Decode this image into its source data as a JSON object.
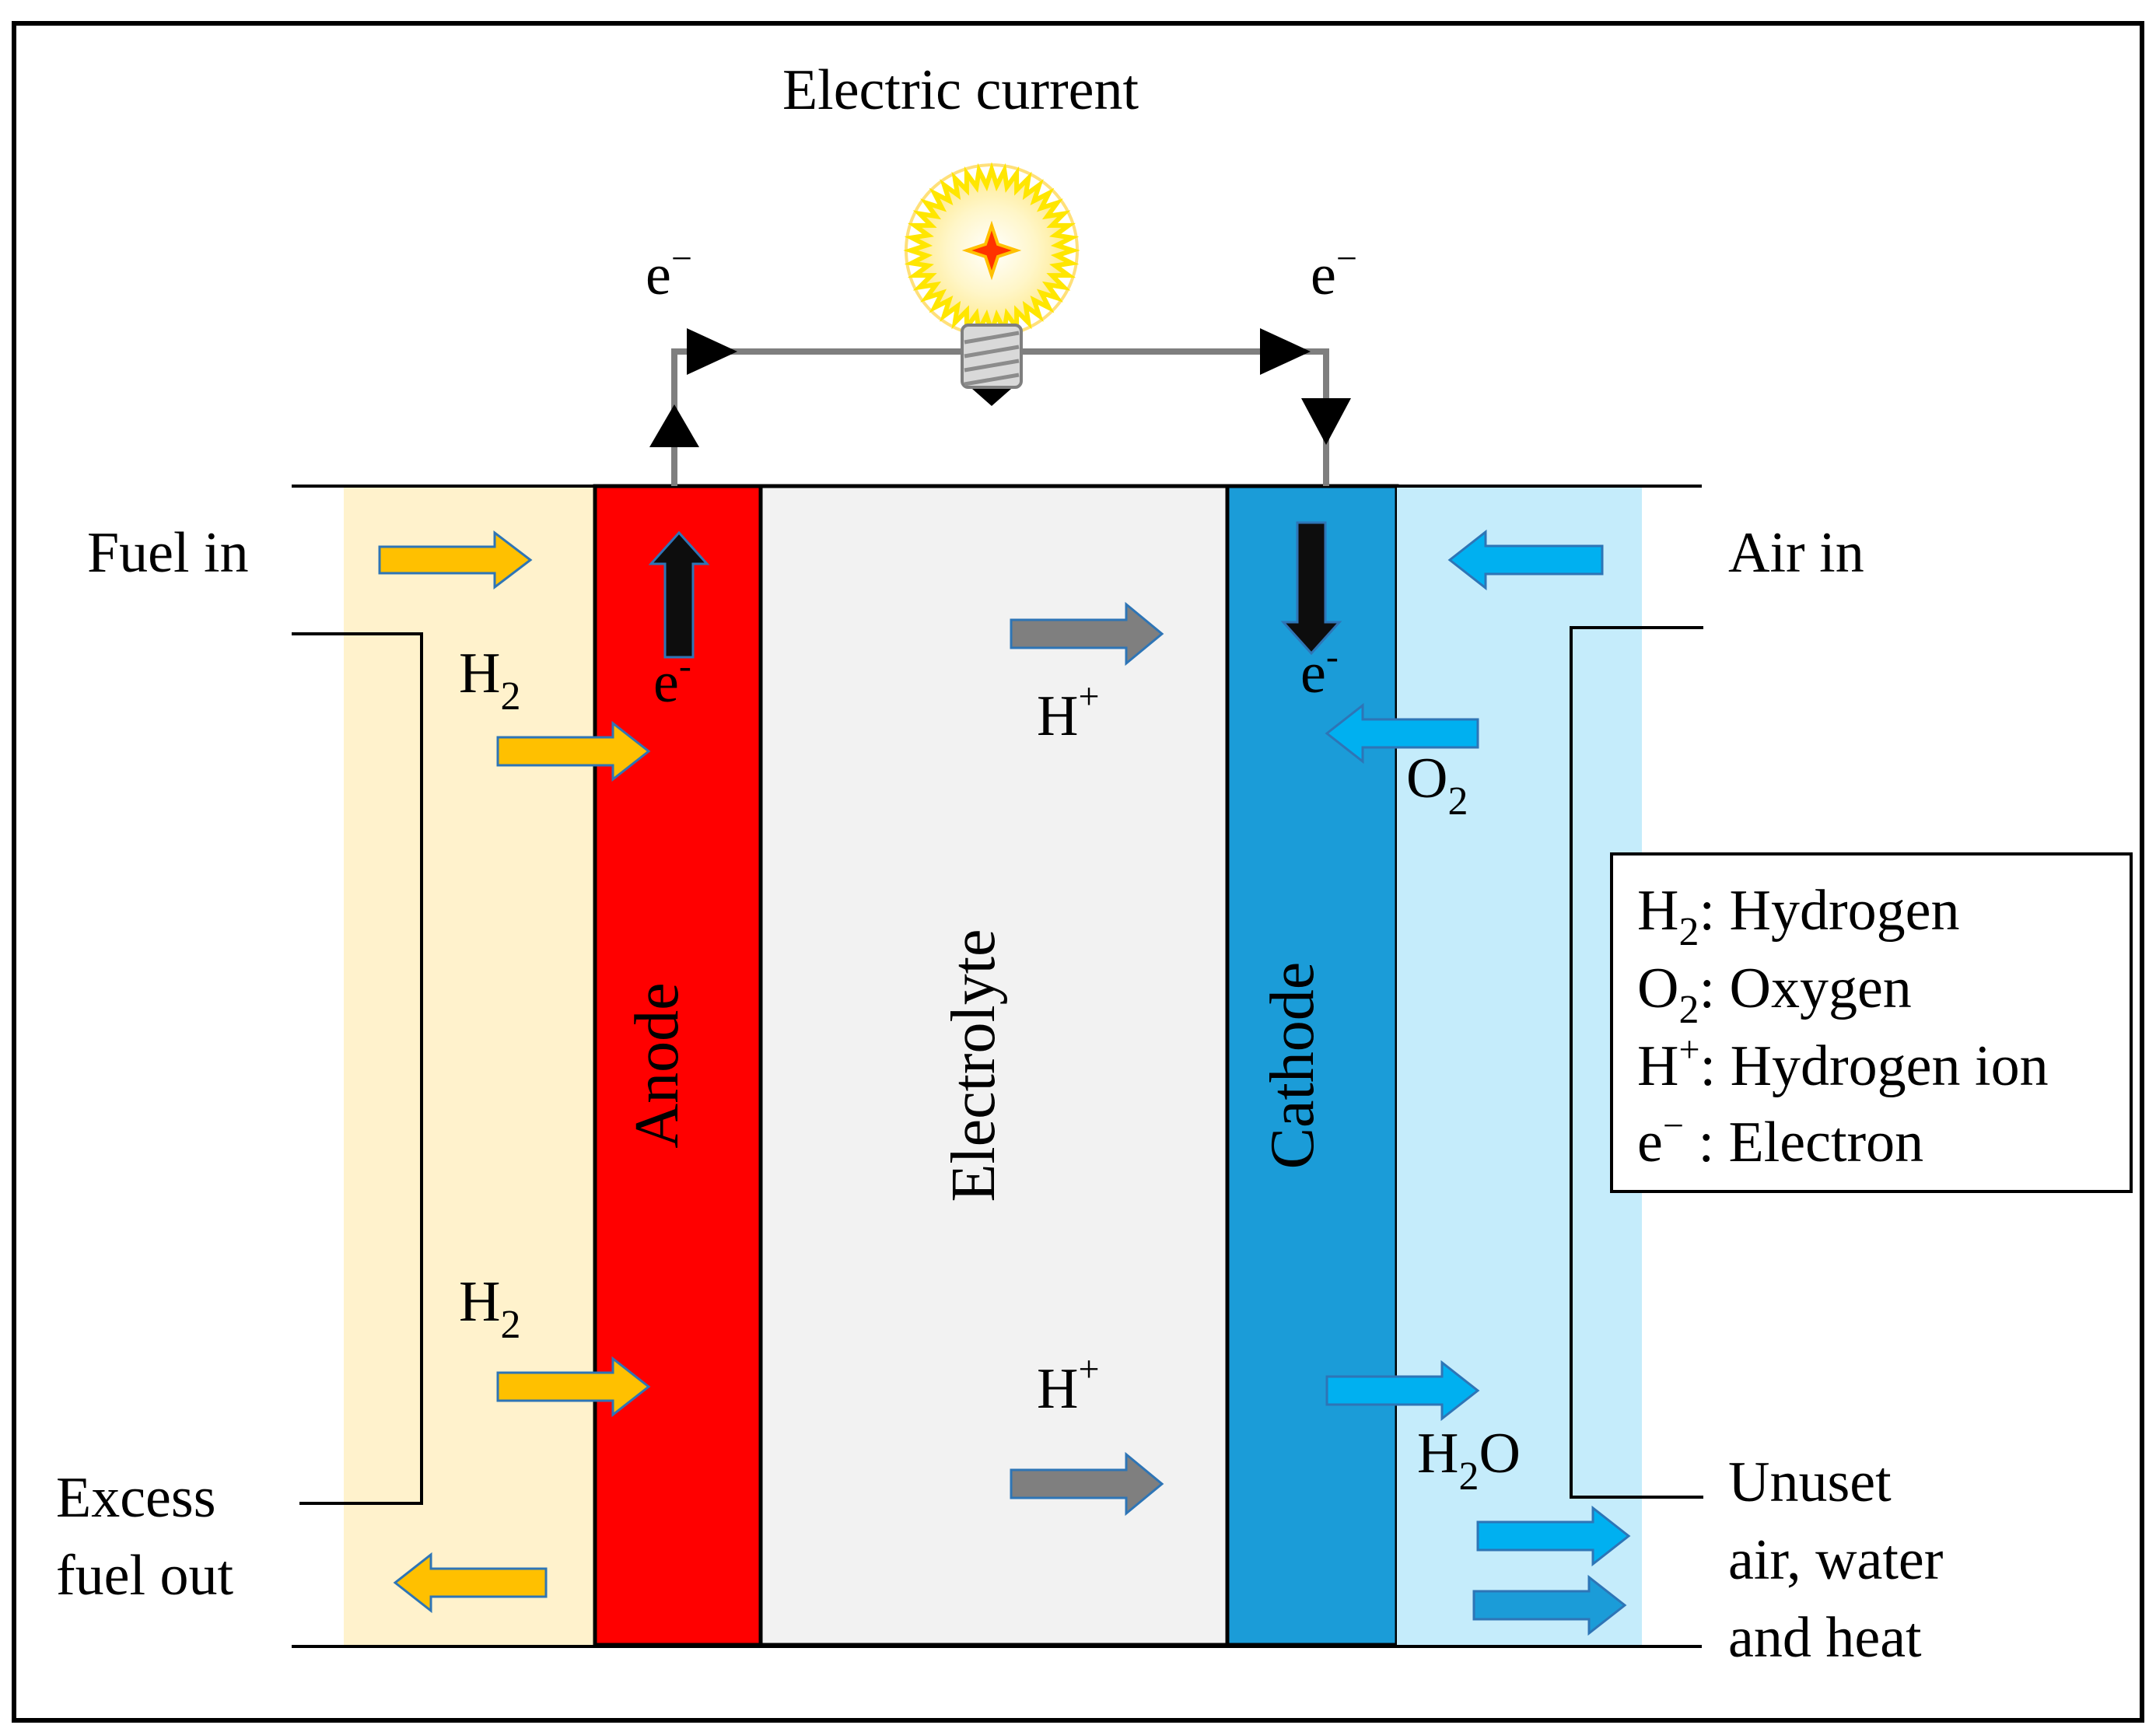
{
  "title": "Electric current",
  "electron_symbol": "e",
  "electron_superscript": "−",
  "electron_superscript_small": "-",
  "labels": {
    "fuel_in": "Fuel in",
    "air_in": "Air in",
    "excess_line1": "Excess",
    "excess_line2": "fuel out",
    "unused_line1": "Unuset",
    "unused_line2": "air, water",
    "unused_line3": "and heat"
  },
  "layers": {
    "anode": "Anode",
    "electrolyte": "Electrolyte",
    "cathode": "Cathode"
  },
  "species": {
    "h_base": "H",
    "o_base": "O",
    "h2_sub": "2",
    "o2_sub": "2",
    "h_plus_sup": "+",
    "water_h": "H",
    "water_sub": "2",
    "water_o": "O"
  },
  "legend": {
    "h2_base": "H",
    "h2_sub": "2",
    "h2_desc": ": Hydrogen",
    "o2_base": "O",
    "o2_sub": "2",
    "o2_desc": ": Oxygen",
    "hplus_base": "H",
    "hplus_sup": "+",
    "hplus_desc": ": Hydrogen ion",
    "e_base": "e",
    "e_sup": "−",
    "e_desc": " : Electron"
  },
  "colors": {
    "fuel_channel": "#fff2cc",
    "anode": "#ff0000",
    "electrolyte": "#f2f2f2",
    "cathode": "#1b9cd8",
    "air_channel": "#c5ecfb",
    "fuel_arrow": "#ffc000",
    "air_arrow": "#00b0f0",
    "ion_arrow": "#7f7f7f",
    "electron_arrow": "#0d0d0d",
    "wire": "#7f7f7f",
    "bulb_glow": "#ffff00"
  }
}
